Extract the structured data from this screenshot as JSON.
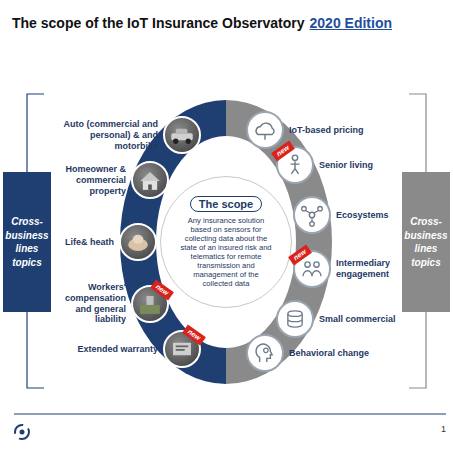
{
  "diagram": {
    "title": "The scope of the IoT Insurance Observatory",
    "nodes": [
      {
        "text": [
          "Cross-business lines topics"
        ]
      },
      {
        "text": [
          "Auto (commercial and personal) & and motorbike"
        ]
      },
      {
        "text": [
          "Homeowner & commercial property"
        ]
      },
      {
        "text": [
          "Life& heath"
        ]
      },
      {
        "text": [
          "Workers' compensation and general liability"
        ]
      },
      {
        "text": [
          "Extended warranty"
        ]
      },
      {
        "text": [
          "The scope",
          "Any insurance solution based on sensors for collecting data about the state of an insured risk and telematics for remote transmission and management of the collected data"
        ]
      },
      {
        "text": [
          "IoT-based pricing"
        ]
      },
      {
        "text": [
          "Senior living"
        ]
      },
      {
        "text": [
          "Ecosystems"
        ]
      },
      {
        "text": [
          "Intermediary engagement"
        ]
      },
      {
        "text": [
          "Small commercial"
        ]
      },
      {
        "text": [
          "Behavioral change"
        ]
      },
      {
        "text": [
          "Cross-business lines topics"
        ]
      }
    ],
    "labels": [
      "2020 Edition",
      "new",
      "new",
      "new",
      "new",
      "1"
    ]
  }
}
